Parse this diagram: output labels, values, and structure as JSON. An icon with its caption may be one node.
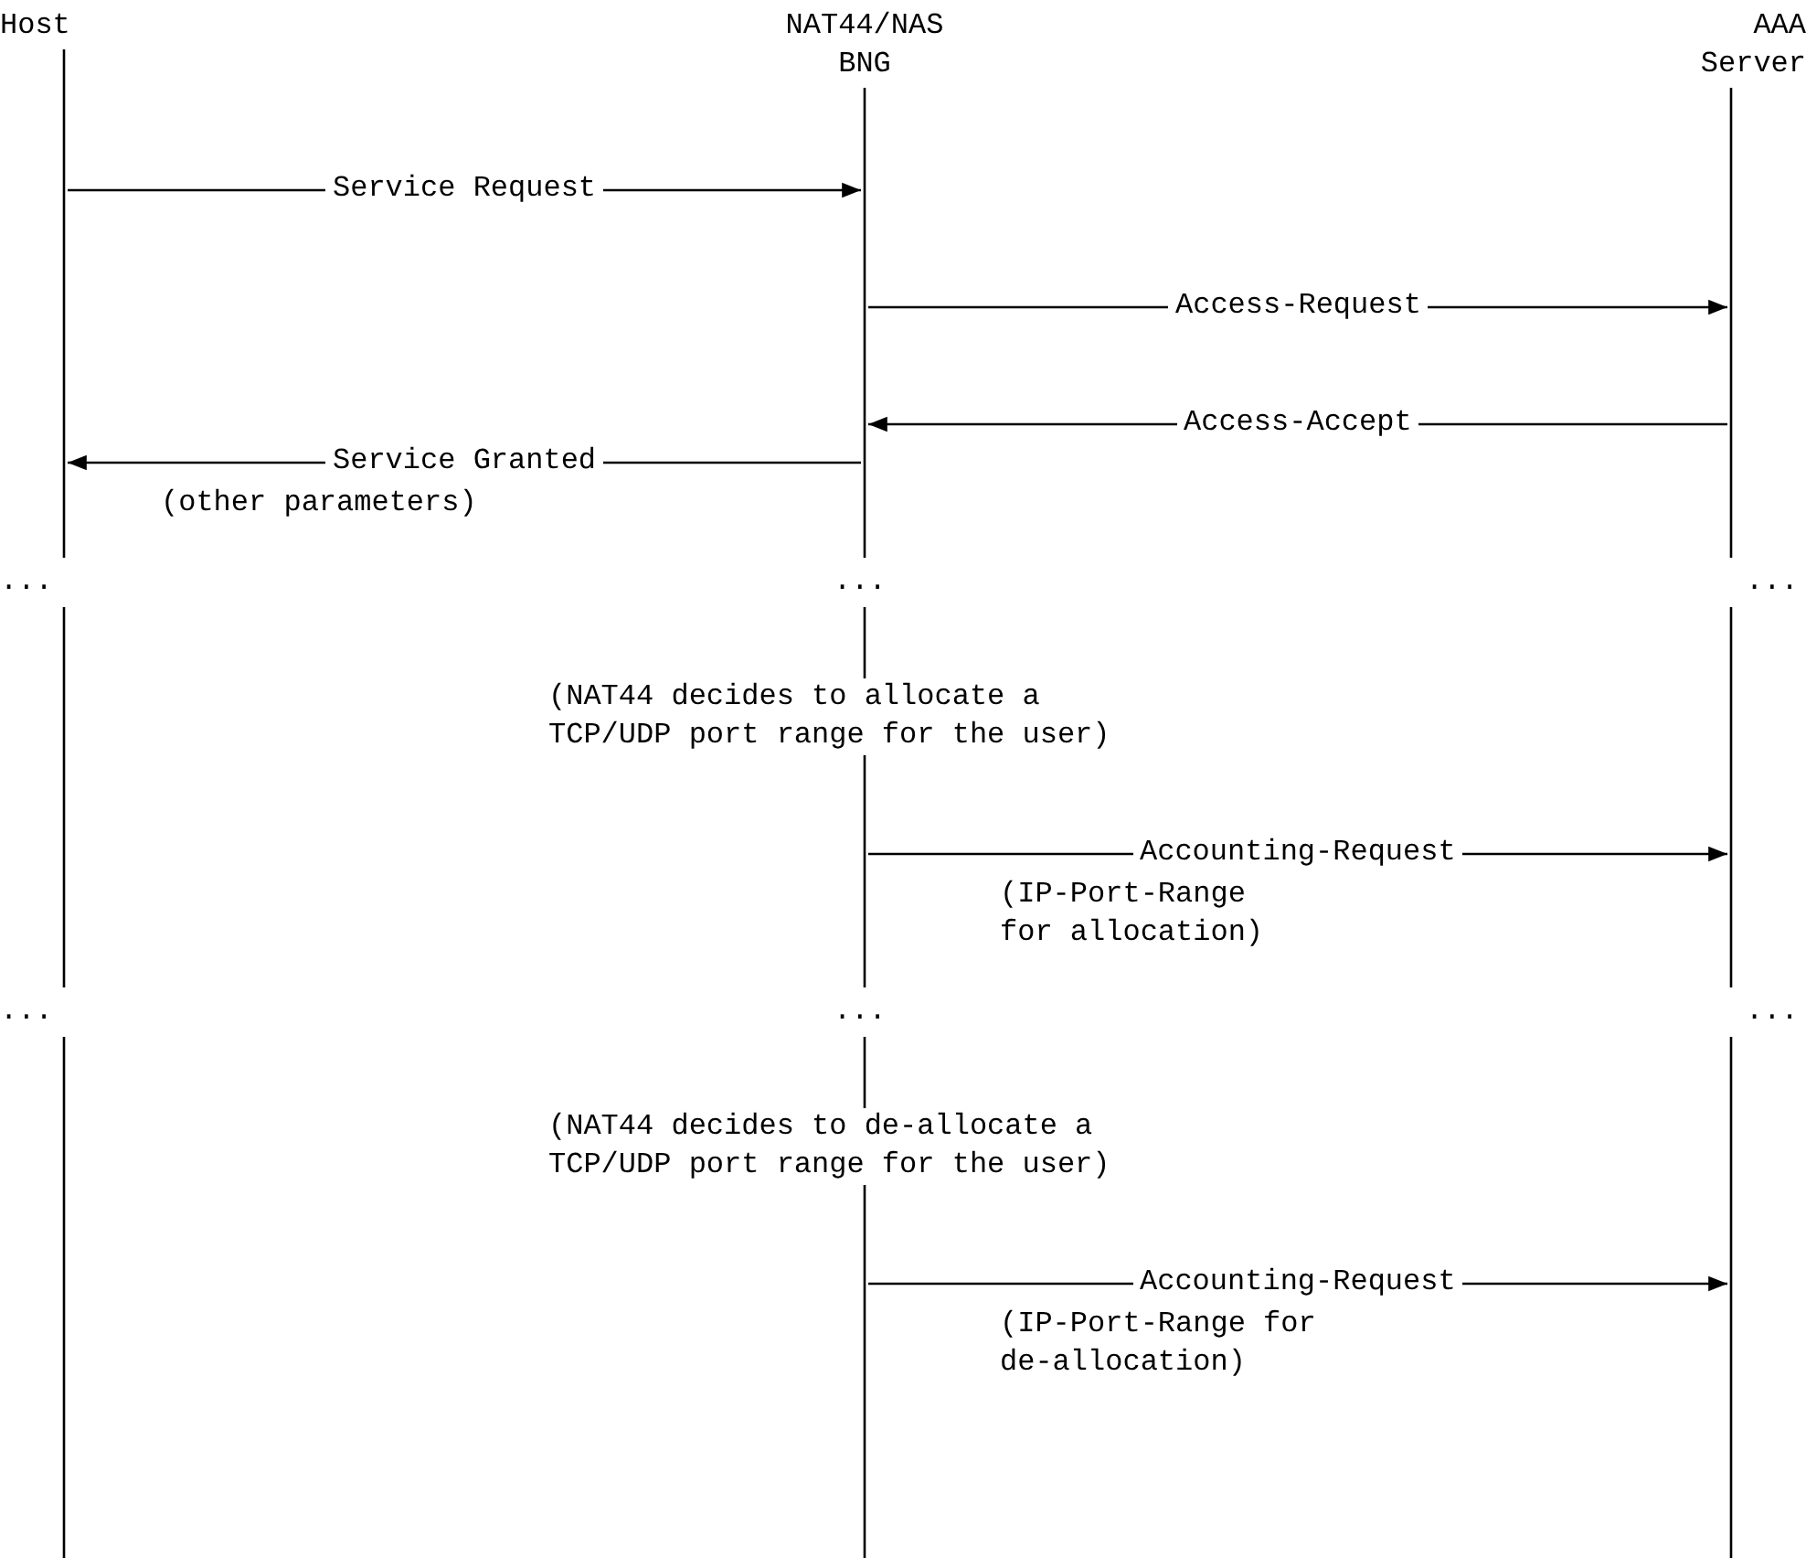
{
  "diagram": {
    "nodes": [
      {
        "text": [
          "Host"
        ]
      },
      {
        "text": [
          "NAT44/NAS BNG"
        ]
      },
      {
        "text": [
          "AAA Server"
        ]
      }
    ],
    "edges": [
      {
        "from": 0,
        "to": 1,
        "arrow": "to",
        "label": "Service Request"
      },
      {
        "from": 1,
        "to": 2,
        "arrow": "to",
        "label": "Access-Request"
      },
      {
        "from": 2,
        "to": 1,
        "arrow": "to",
        "label": "Access-Accept"
      },
      {
        "from": 1,
        "to": 0,
        "arrow": "to",
        "label": "Service Granted"
      },
      {
        "from": 1,
        "to": 2,
        "arrow": "to",
        "label": "Accounting-Request"
      },
      {
        "from": 1,
        "to": 2,
        "arrow": "to",
        "label": "Accounting-Request"
      }
    ],
    "labels": [
      "(other parameters)",
      "...",
      "...",
      "...",
      "(NAT44 decides to allocate a TCP/UDP port range for the user)",
      "(IP-Port-Range for allocation)",
      "...",
      "...",
      "...",
      "(NAT44 decides to de-allocate a TCP/UDP port range for the user)",
      "(IP-Port-Range for de-allocation)"
    ]
  }
}
